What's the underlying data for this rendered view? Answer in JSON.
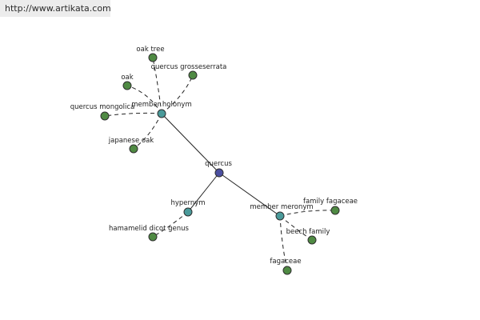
{
  "watermark": {
    "url": "http://www.artikata.com"
  },
  "colors": {
    "root_fill": "#4b4fa0",
    "relation_fill": "#4a9a9a",
    "leaf_fill": "#4f8a43",
    "node_stroke": "#2f2f2f",
    "edge": "#222222"
  },
  "graph": {
    "nodes": [
      {
        "id": "quercus",
        "label": "quercus",
        "kind": "root"
      },
      {
        "id": "member-holonym",
        "label": "member holonym",
        "kind": "relation"
      },
      {
        "id": "hypernym",
        "label": "hypernym",
        "kind": "relation"
      },
      {
        "id": "member-meronym",
        "label": "member meronym",
        "kind": "relation"
      },
      {
        "id": "oak-tree",
        "label": "oak tree",
        "kind": "leaf"
      },
      {
        "id": "quercus-grosseserrata",
        "label": "quercus grosseserrata",
        "kind": "leaf"
      },
      {
        "id": "oak",
        "label": "oak",
        "kind": "leaf"
      },
      {
        "id": "quercus-mongolica",
        "label": "quercus mongolica",
        "kind": "leaf"
      },
      {
        "id": "japanese-oak",
        "label": "japanese oak",
        "kind": "leaf"
      },
      {
        "id": "hamamelid-dicot-genus",
        "label": "hamamelid dicot genus",
        "kind": "leaf"
      },
      {
        "id": "family-fagaceae",
        "label": "family fagaceae",
        "kind": "leaf"
      },
      {
        "id": "beech-family",
        "label": "beech family",
        "kind": "leaf"
      },
      {
        "id": "fagaceae",
        "label": "fagaceae",
        "kind": "leaf"
      }
    ],
    "edges": [
      {
        "from": "quercus",
        "to": "member-holonym",
        "style": "solid"
      },
      {
        "from": "quercus",
        "to": "hypernym",
        "style": "solid"
      },
      {
        "from": "quercus",
        "to": "member-meronym",
        "style": "solid"
      },
      {
        "from": "member-holonym",
        "to": "oak-tree",
        "style": "dashed"
      },
      {
        "from": "member-holonym",
        "to": "quercus-grosseserrata",
        "style": "dashed"
      },
      {
        "from": "member-holonym",
        "to": "oak",
        "style": "dashed"
      },
      {
        "from": "member-holonym",
        "to": "quercus-mongolica",
        "style": "dashed"
      },
      {
        "from": "member-holonym",
        "to": "japanese-oak",
        "style": "dashed"
      },
      {
        "from": "hypernym",
        "to": "hamamelid-dicot-genus",
        "style": "dashed"
      },
      {
        "from": "member-meronym",
        "to": "family-fagaceae",
        "style": "dashed"
      },
      {
        "from": "member-meronym",
        "to": "beech-family",
        "style": "dashed"
      },
      {
        "from": "member-meronym",
        "to": "fagaceae",
        "style": "dashed"
      }
    ]
  }
}
